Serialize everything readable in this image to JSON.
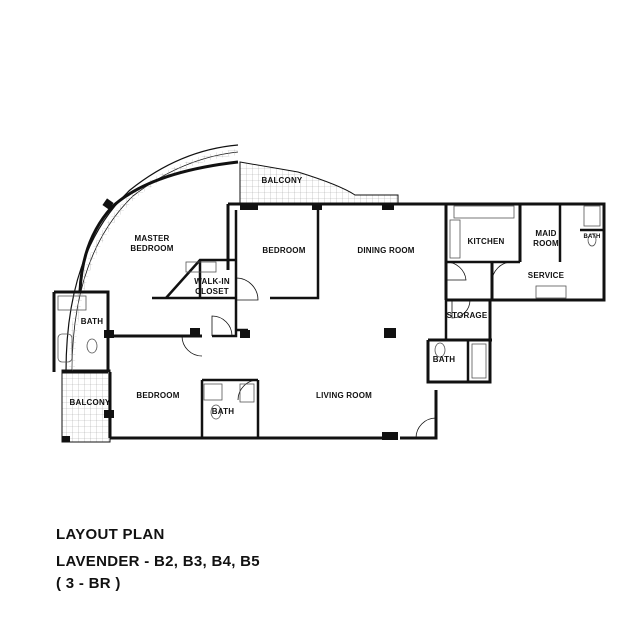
{
  "rooms": {
    "balcony_top": "BALCONY",
    "master_bedroom_line1": "MASTER",
    "master_bedroom_line2": "BEDROOM",
    "walk_in_line1": "WALK-IN",
    "walk_in_line2": "CLOSET",
    "bedroom_upper": "BEDROOM",
    "dining_room": "DINING ROOM",
    "kitchen": "KITCHEN",
    "maid_room_line1": "MAID",
    "maid_room_line2": "ROOM",
    "maid_bath": "BATH",
    "service": "SERVICE",
    "storage": "STORAGE",
    "bath_right": "BATH",
    "bath_left": "BATH",
    "balcony_left": "BALCONY",
    "bedroom_lower": "BEDROOM",
    "bath_center": "BATH",
    "living_room": "LIVING ROOM"
  },
  "caption": {
    "title": "LAYOUT PLAN",
    "units": "LAVENDER - B2, B3, B4, B5",
    "type": "( 3 - BR )"
  },
  "colors": {
    "wall": "#111111",
    "tile": "#999999",
    "text": "#111111"
  }
}
